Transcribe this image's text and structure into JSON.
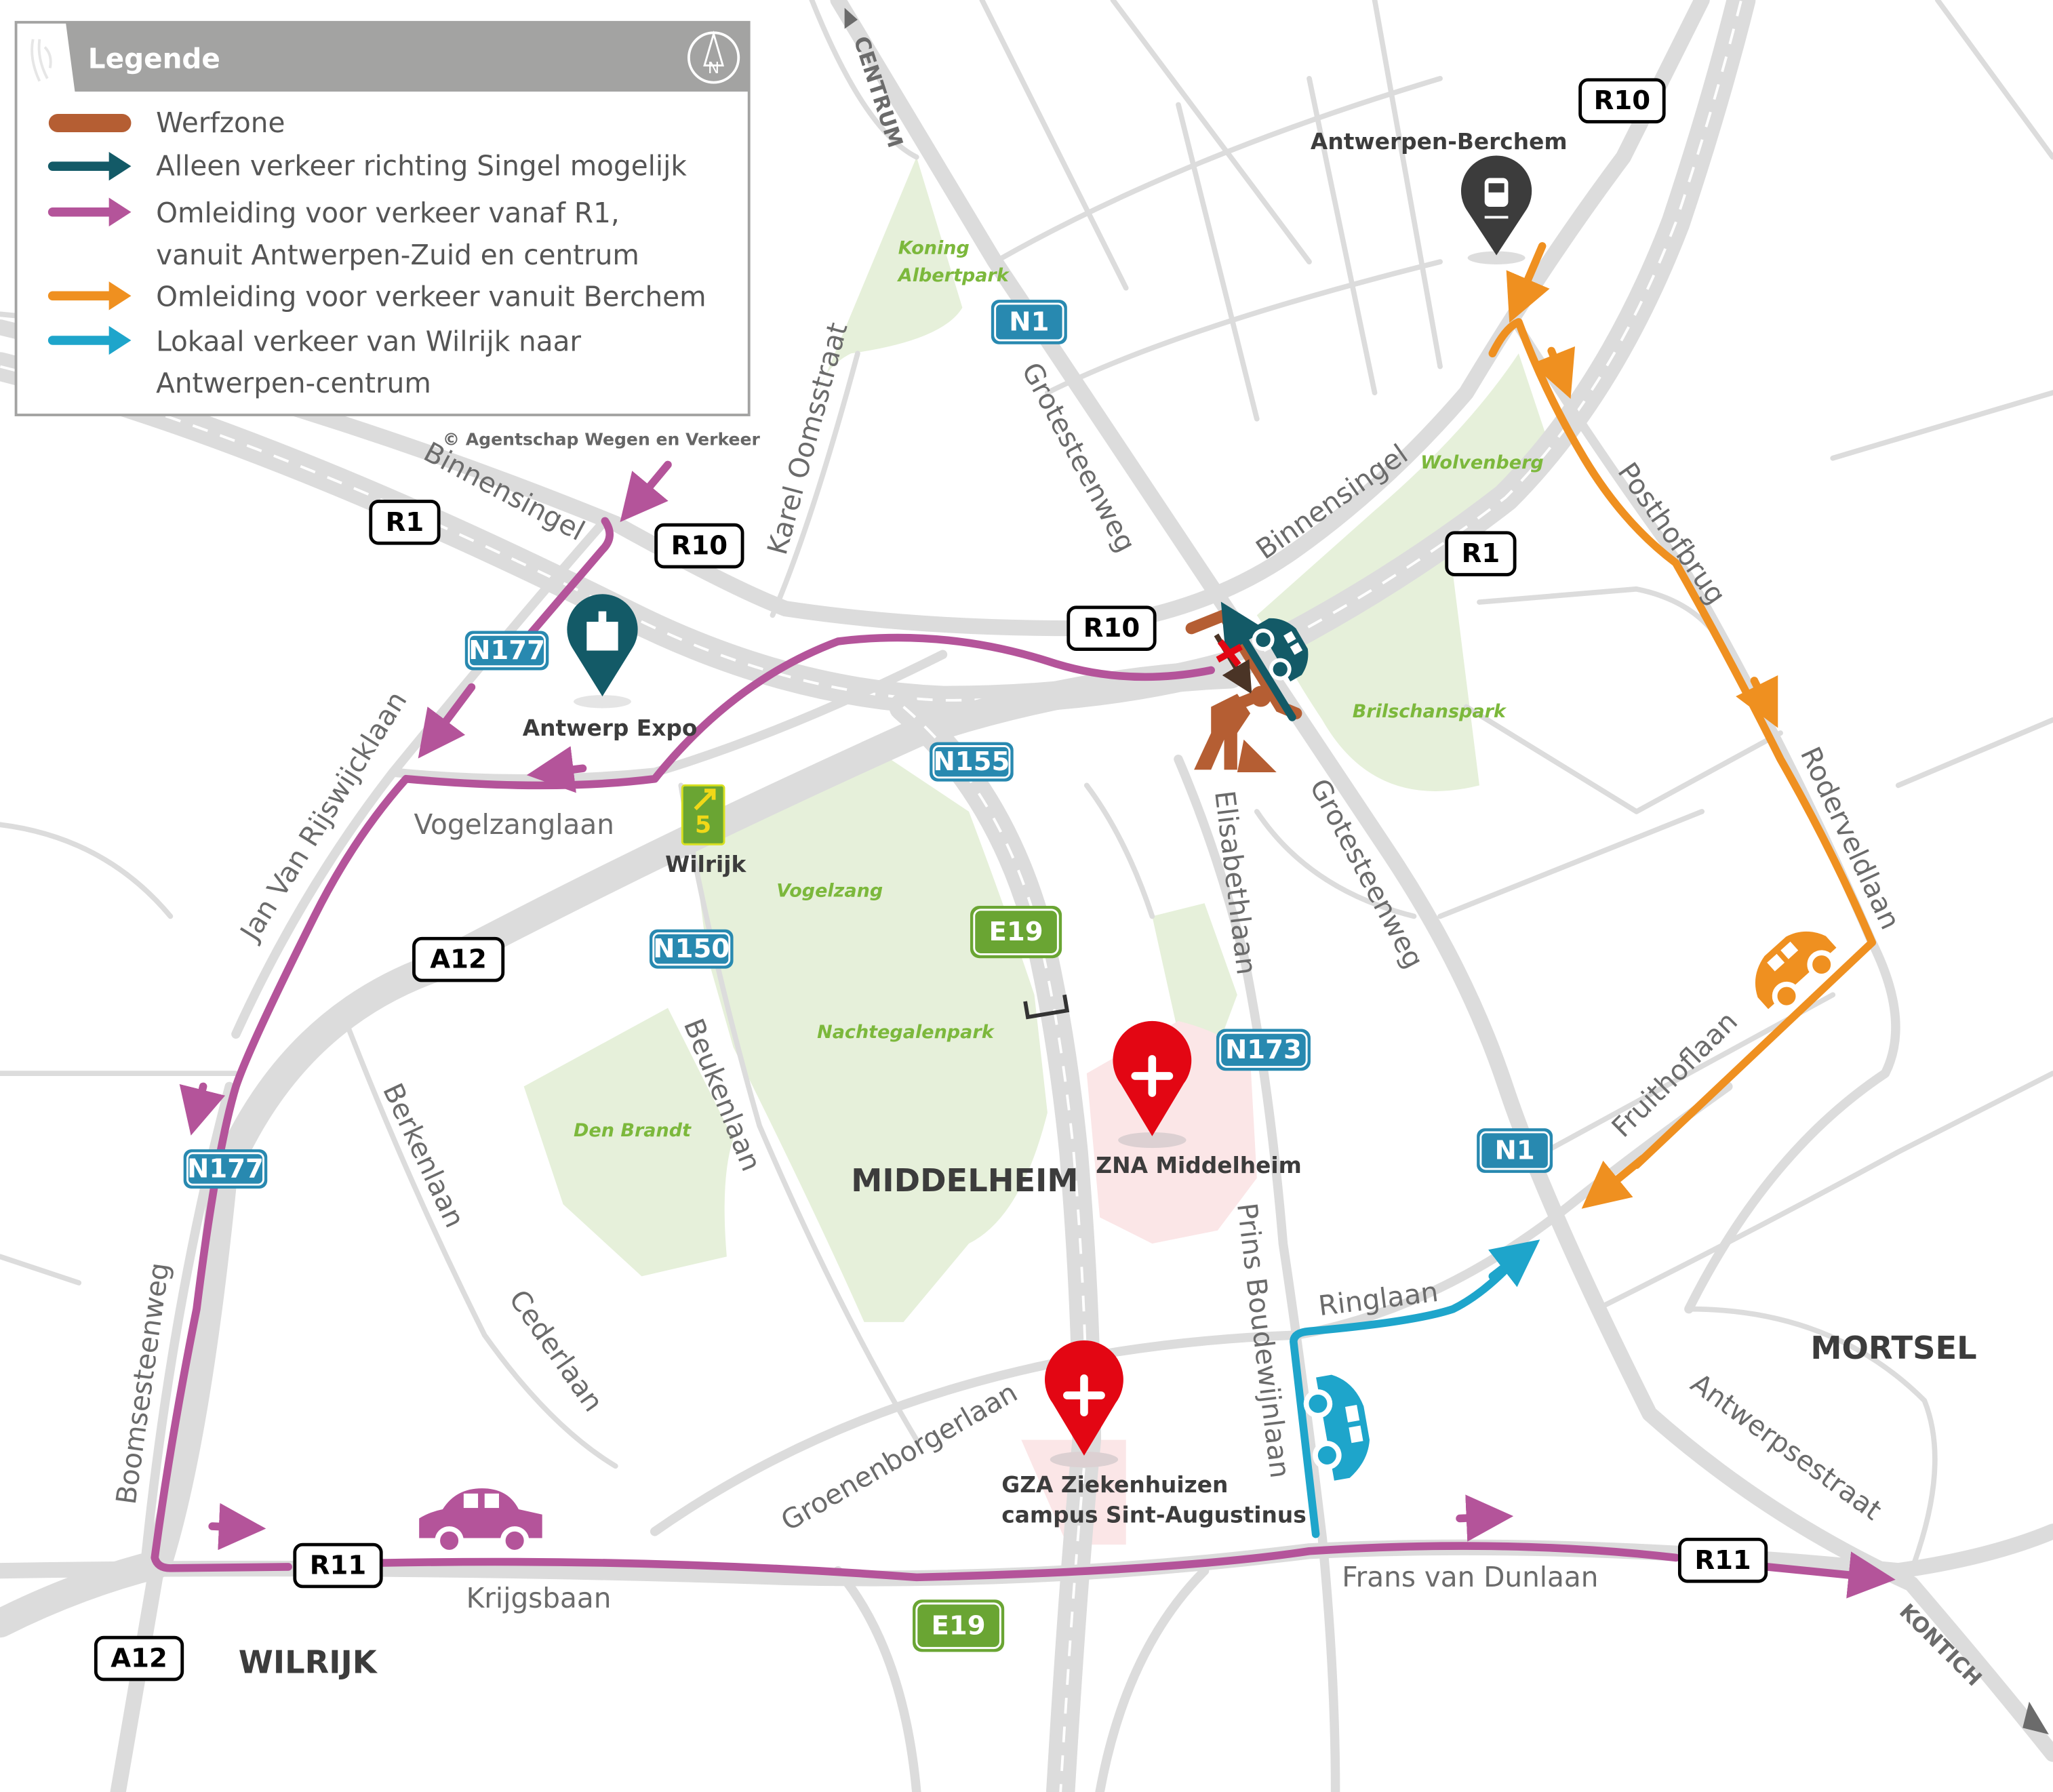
{
  "legend": {
    "title": "Legende",
    "north_label": "N",
    "items": [
      {
        "label": "Werfzone",
        "color": "#b55e33",
        "symbol": "bar"
      },
      {
        "label": "Alleen verkeer richting Singel mogelijk",
        "color": "#135a67",
        "symbol": "arrow"
      },
      {
        "label": "Omleiding voor verkeer vanaf R1,",
        "label2": "vanuit Antwerpen-Zuid en centrum",
        "color": "#b4549a",
        "symbol": "arrow"
      },
      {
        "label": "Omleiding voor verkeer vanuit Berchem",
        "color": "#ef9020",
        "symbol": "arrow"
      },
      {
        "label": "Lokaal verkeer van Wilrijk naar",
        "label2": "Antwerpen-centrum",
        "color": "#1ea5cb",
        "symbol": "arrow"
      }
    ]
  },
  "copyright": "© Agentschap Wegen en Verkeer",
  "colors": {
    "werfzone": "#b55e33",
    "singel": "#135a67",
    "r1_detour": "#b4549a",
    "berchem_detour": "#ef9020",
    "local": "#1ea5cb",
    "park": "#e6f0da",
    "road": "#dcdcdc",
    "hospital": "#e30613",
    "n_sign": "#2889b0",
    "e_sign": "#6aa533"
  },
  "road_signs": {
    "r10_top": "R10",
    "r10_left": "R10",
    "r10_mid": "R10",
    "r1_left": "R1",
    "r1_right": "R1",
    "r11_left": "R11",
    "r11_right": "R11",
    "a12_mid": "A12",
    "a12_bottom": "A12",
    "n1_top": "N1",
    "n1_bottom": "N1",
    "n177_top": "N177",
    "n177_bottom": "N177",
    "n155": "N155",
    "n150": "N150",
    "n173": "N173",
    "e19_mid": "E19",
    "e19_bottom": "E19",
    "exit_number": "5"
  },
  "directions": {
    "centrum": "CENTRUM",
    "kontich": "KONTICH"
  },
  "places": {
    "antwerpen_berchem": "Antwerpen-Berchem",
    "antwerp_expo": "Antwerp Expo",
    "wilrijk_exit": "Wilrijk",
    "zna": "ZNA Middelheim",
    "gza_line1": "GZA Ziekenhuizen",
    "gza_line2": "campus Sint-Augustinus",
    "middelheim": "MIDDELHEIM",
    "mortsel": "MORTSEL",
    "wilrijk": "WILRIJK"
  },
  "parks": {
    "koning1": "Koning",
    "koning2": "Albertpark",
    "wolvenberg": "Wolvenberg",
    "brilschanspark": "Brilschanspark",
    "vogelzang": "Vogelzang",
    "nachtegalenpark": "Nachtegalenpark",
    "den_brandt": "Den Brandt"
  },
  "streets": {
    "binnensingel_left": "Binnensingel",
    "binnensingel_right": "Binnensingel",
    "karel_oomsstraat": "Karel Oomsstraat",
    "grotesteenweg_top": "Grotesteenweg",
    "grotesteenweg_bottom": "Grotesteenweg",
    "posthofbrug": "Posthofbrug",
    "roderveldlaan": "Roderveldlaan",
    "fruithoflaan": "Fruithoflaan",
    "elisabethlaan": "Elisabethlaan",
    "prins_boudewijnlaan": "Prins Boudewijnlaan",
    "ringlaan": "Ringlaan",
    "vogelzanglaan": "Vogelzanglaan",
    "jan_van_rijswijcklaan": "Jan Van Rijswijcklaan",
    "beukenlaan": "Beukenlaan",
    "berkenlaan": "Berkenlaan",
    "cederlaan": "Cederlaan",
    "groenenborgerlaan": "Groenenborgerlaan",
    "boomsesteenweg": "Boomsesteenweg",
    "krijgsbaan": "Krijgsbaan",
    "frans_van_dunlaan": "Frans van Dunlaan",
    "antwerpsestraat": "Antwerpsestraat"
  }
}
